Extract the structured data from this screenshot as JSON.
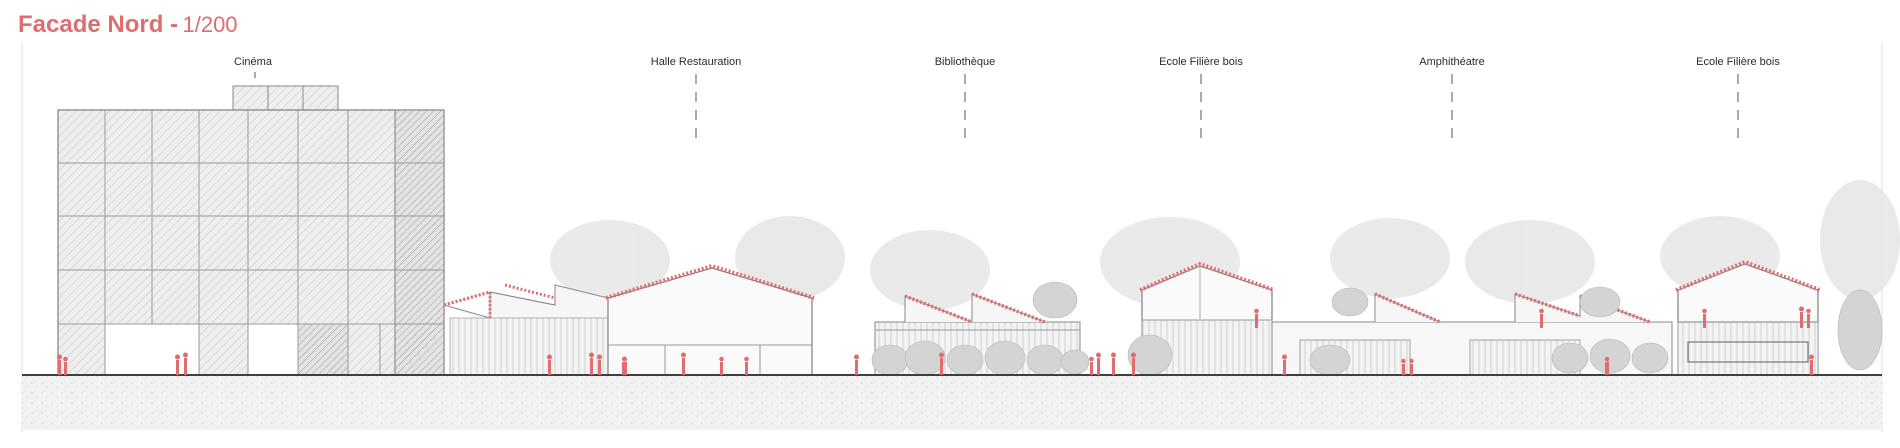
{
  "title": {
    "main": "Facade Nord -",
    "scale": "1/200"
  },
  "labels": [
    {
      "id": "cinema",
      "text": "Cinéma"
    },
    {
      "id": "halle-restauration",
      "text": "Halle Restauration"
    },
    {
      "id": "bibliotheque",
      "text": "Bibliothèque"
    },
    {
      "id": "ecole-filiere-bois-1",
      "text": "Ecole Filière bois"
    },
    {
      "id": "amphitheatre",
      "text": "Amphithéatre"
    },
    {
      "id": "ecole-filiere-bois-2",
      "text": "Ecole Filière bois"
    }
  ],
  "colors": {
    "accent": "#de6d70",
    "line": "#8a8a8a",
    "hatch": "#b9b9b9",
    "tree": "#d9d9d9",
    "ground": "#efefef"
  }
}
